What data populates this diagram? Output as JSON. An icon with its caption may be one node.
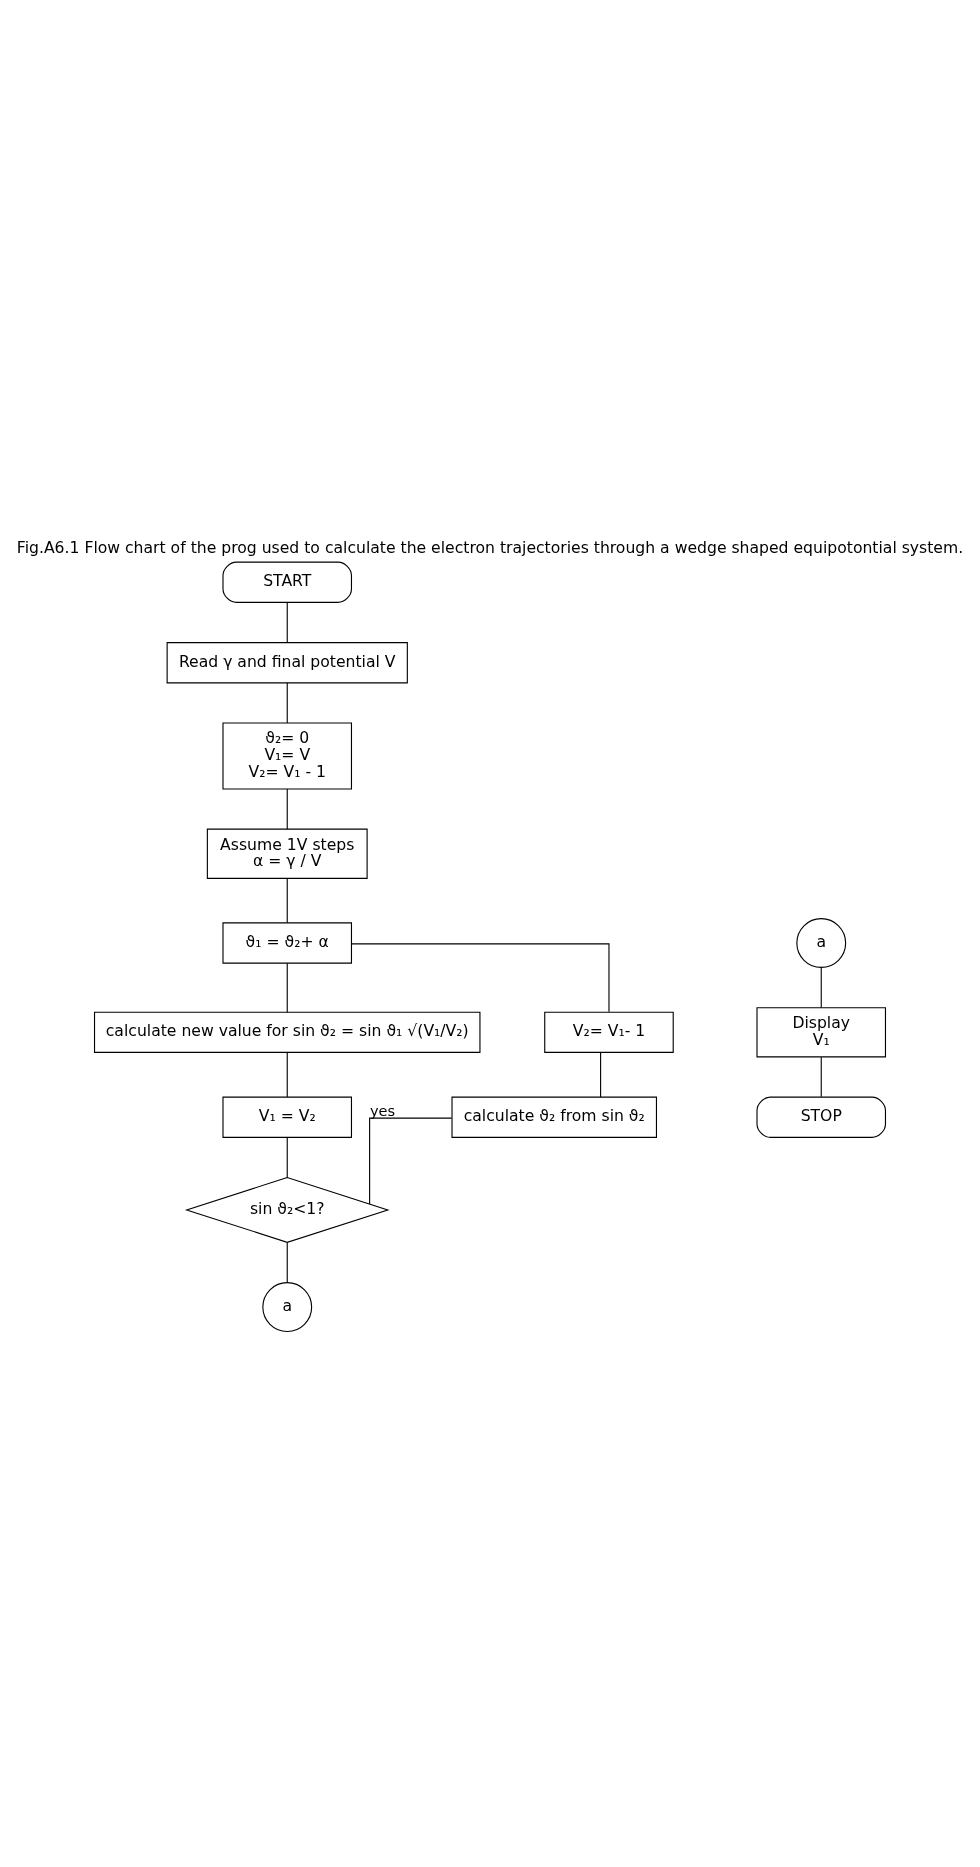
{
  "diagram": {
    "caption": "Fig.A6.1 Flow chart of the prog used to calculate the electron trajectories through a wedge shaped equipotontial system.",
    "nodes": [
      {
        "text": [
          "START"
        ]
      },
      {
        "text": [
          "Read γ and final potential V"
        ]
      },
      {
        "text": [
          "ϑ₂= 0",
          "V₁= V",
          "V₂= V₁ - 1"
        ]
      },
      {
        "text": [
          "Assume 1V steps",
          "α = γ / V"
        ]
      },
      {
        "text": [
          "ϑ₁ = ϑ₂+ α"
        ]
      },
      {
        "text": [
          "calculate new value for sin ϑ₂ = sin ϑ₁ √(V₁/V₂)"
        ]
      },
      {
        "text": [
          "V₁ = V₂"
        ]
      },
      {
        "text": [
          "sin ϑ₂<1?"
        ]
      },
      {
        "text": [
          "a"
        ]
      },
      {
        "text": [
          "V₂= V₁- 1"
        ]
      },
      {
        "text": [
          "calculate ϑ₂ from sin ϑ₂"
        ]
      },
      {
        "text": [
          "a"
        ]
      },
      {
        "text": [
          "Display",
          "V₁"
        ]
      },
      {
        "text": [
          "STOP"
        ]
      }
    ],
    "edges": [
      {
        "from": 0,
        "to": 1,
        "arrow": "none"
      },
      {
        "from": 1,
        "to": 2,
        "arrow": "none"
      },
      {
        "from": 2,
        "to": 3,
        "arrow": "none"
      },
      {
        "from": 3,
        "to": 4,
        "arrow": "none"
      },
      {
        "from": 4,
        "to": 5,
        "arrow": "none"
      },
      {
        "from": 5,
        "to": 6,
        "arrow": "none"
      },
      {
        "from": 6,
        "to": 7,
        "arrow": "none"
      },
      {
        "from": 7,
        "to": 8,
        "arrow": "none"
      },
      {
        "from": 7,
        "to": 10,
        "arrow": "none",
        "label": "yes"
      },
      {
        "from": 10,
        "to": 9,
        "arrow": "none"
      },
      {
        "from": 9,
        "to": 4,
        "arrow": "none"
      },
      {
        "from": 11,
        "to": 12,
        "arrow": "none"
      },
      {
        "from": 12,
        "to": 13,
        "arrow": "none"
      }
    ]
  }
}
